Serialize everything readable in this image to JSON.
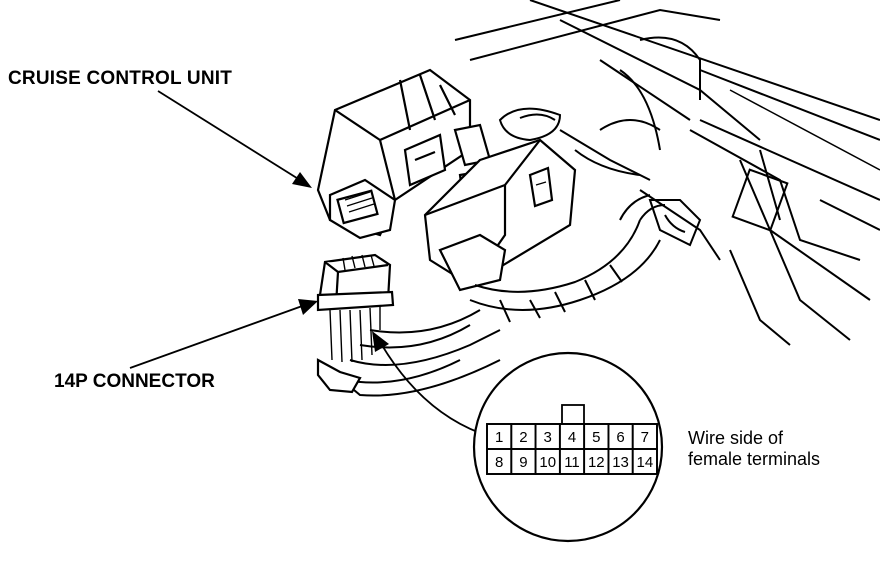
{
  "labels": {
    "cruise_control_unit": "CRUISE CONTROL UNIT",
    "connector": "14P CONNECTOR",
    "wire_side_line1": "Wire side of",
    "wire_side_line2": "female terminals"
  },
  "connector_pins": {
    "top_row": [
      "1",
      "2",
      "3",
      "4",
      "5",
      "6",
      "7"
    ],
    "bottom_row": [
      "8",
      "9",
      "10",
      "11",
      "12",
      "13",
      "14"
    ]
  },
  "colors": {
    "ink": "#000000",
    "paper": "#ffffff"
  }
}
